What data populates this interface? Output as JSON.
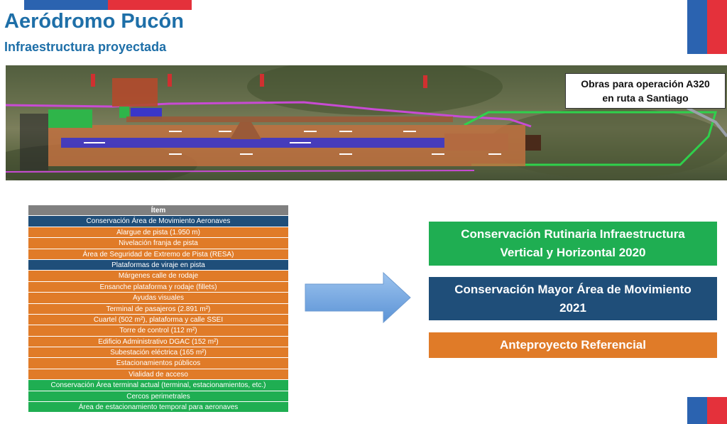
{
  "header": {
    "title": "Aeródromo Pucón",
    "subtitle": "Infraestructura proyectada"
  },
  "callout": {
    "line1": "Obras para operación A320",
    "line2": "en ruta a Santiago"
  },
  "colors": {
    "green": "#1fae52",
    "blue": "#1f4e79",
    "orange": "#e07b28",
    "header": "#808080",
    "title": "#1e6fa8"
  },
  "table": {
    "header": "Ítem",
    "rows": [
      {
        "label": "Conservación Área de Movimiento Aeronaves",
        "category": "blue"
      },
      {
        "label": "Alargue de pista (1.950 m)",
        "category": "orange"
      },
      {
        "label": "Nivelación franja de pista",
        "category": "orange"
      },
      {
        "label": "Área de Seguridad de Extremo de Pista (RESA)",
        "category": "orange"
      },
      {
        "label": "Plataformas de viraje en pista",
        "category": "blue"
      },
      {
        "label": "Márgenes calle de rodaje",
        "category": "orange"
      },
      {
        "label": "Ensanche plataforma y rodaje (fillets)",
        "category": "orange"
      },
      {
        "label": "Ayudas visuales",
        "category": "orange"
      },
      {
        "label": "Terminal de pasajeros (2.891 m²)",
        "category": "orange"
      },
      {
        "label": "Cuartel (502 m²), plataforma y calle SSEI",
        "category": "orange"
      },
      {
        "label": "Torre de control (112 m²)",
        "category": "orange"
      },
      {
        "label": "Edificio Administrativo DGAC (152 m²)",
        "category": "orange"
      },
      {
        "label": "Subestación eléctrica (165 m²)",
        "category": "orange"
      },
      {
        "label": "Estacionamientos públicos",
        "category": "orange"
      },
      {
        "label": "Vialidad de acceso",
        "category": "orange"
      },
      {
        "label": "Conservación Área terminal actual (terminal, estacionamientos, etc.)",
        "category": "green"
      },
      {
        "label": "Cercos perimetrales",
        "category": "green"
      },
      {
        "label": "Área de estacionamiento temporal para aeronaves",
        "category": "green"
      }
    ]
  },
  "legend": {
    "green_line1": "Conservación Rutinaria Infraestructura",
    "green_line2": "Vertical y Horizontal 2020",
    "blue_line1": "Conservación Mayor Área de Movimiento",
    "blue_line2": "2021",
    "orange": "Anteproyecto Referencial"
  }
}
